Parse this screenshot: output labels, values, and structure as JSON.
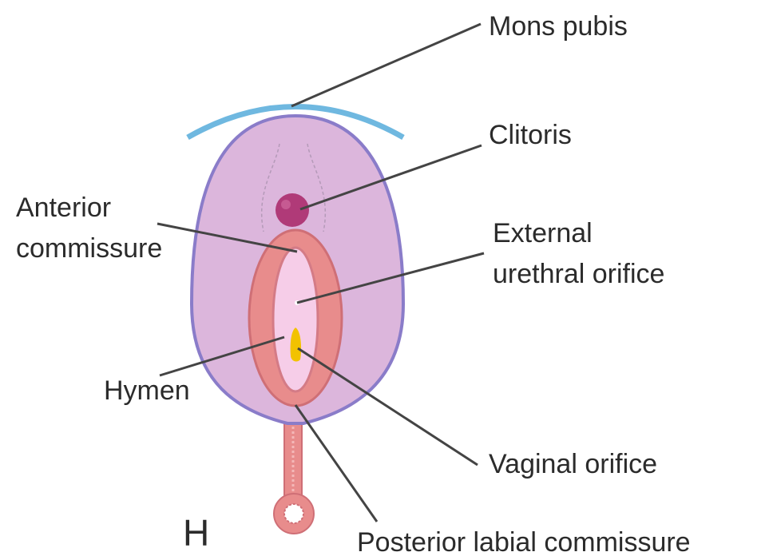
{
  "labels": {
    "mons_pubis": "Mons pubis",
    "clitoris": "Clitoris",
    "anterior_commissure_1": "Anterior",
    "anterior_commissure_2": "commissure",
    "external_urethral_orifice_1": "External",
    "external_urethral_orifice_2": "urethral orifice",
    "hymen": "Hymen",
    "vaginal_orifice": "Vaginal orifice",
    "posterior_labial_commissure": "Posterior labial commissure",
    "panel_letter": "H"
  },
  "colors": {
    "outer_fill": "#dcb6dc",
    "outer_stroke": "#8a7cc9",
    "mons_arc": "#6fb8e0",
    "labia": "#e88c8c",
    "labia_stroke": "#cf6f76",
    "vestibule": "#f6cde8",
    "clitoris": "#b03a78",
    "vaginal_orifice": "#f2c200",
    "leader_lines": "#444444",
    "text": "#2b2b2b"
  }
}
